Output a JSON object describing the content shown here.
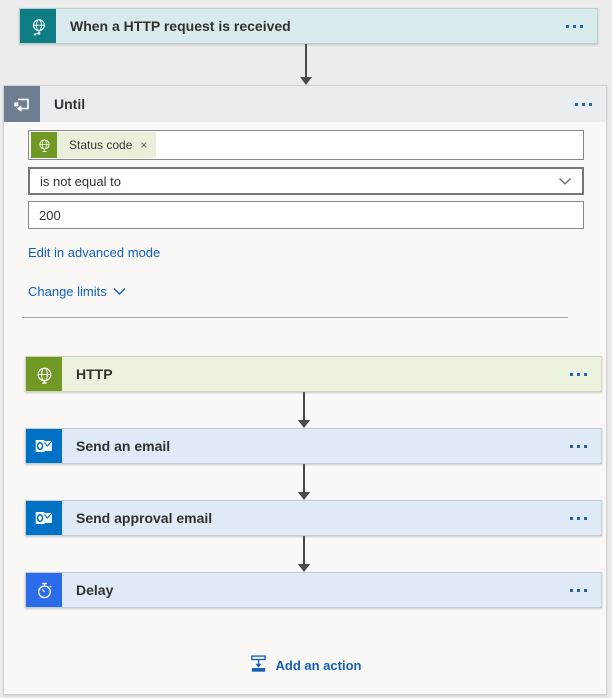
{
  "colors": {
    "page_bg": "#ececec",
    "trigger_bg": "#d8eaec",
    "trigger_icon": "#0e7e84",
    "until_header_bg": "#e9edf0",
    "until_icon": "#6d7d92",
    "green": "#6f9824",
    "green_card_bg": "#edf2df",
    "token_bg": "#e9efd9",
    "outlook_blue": "#0072c6",
    "delay_blue": "#2b6de8",
    "blue_card_bg": "#dfeaf6",
    "link_blue": "#1160b7"
  },
  "trigger": {
    "title": "When a HTTP request is received",
    "icon": "globe-network-icon"
  },
  "until": {
    "title": "Until",
    "icon": "loop-icon",
    "condition": {
      "token_label": "Status code",
      "token_remove": "×",
      "token_icon": "globe-icon",
      "operator_value": "is not equal to",
      "value": "200"
    },
    "links": {
      "advanced": "Edit in advanced mode",
      "limits": "Change limits"
    },
    "actions": [
      {
        "title": "HTTP",
        "icon": "globe-icon",
        "icon_type": "http",
        "icon_bg": "#6f9824",
        "card_bg": "#edf2df"
      },
      {
        "title": "Send an email",
        "icon": "outlook-icon",
        "icon_type": "outlook",
        "icon_bg": "#0072c6",
        "card_bg": "#dfeaf6"
      },
      {
        "title": "Send approval email",
        "icon": "outlook-icon",
        "icon_type": "outlook",
        "icon_bg": "#0072c6",
        "card_bg": "#dfeaf6"
      },
      {
        "title": "Delay",
        "icon": "stopwatch-icon",
        "icon_type": "delay",
        "icon_bg": "#2b6de8",
        "card_bg": "#dfeaf6"
      }
    ],
    "add_action_label": "Add an action"
  }
}
